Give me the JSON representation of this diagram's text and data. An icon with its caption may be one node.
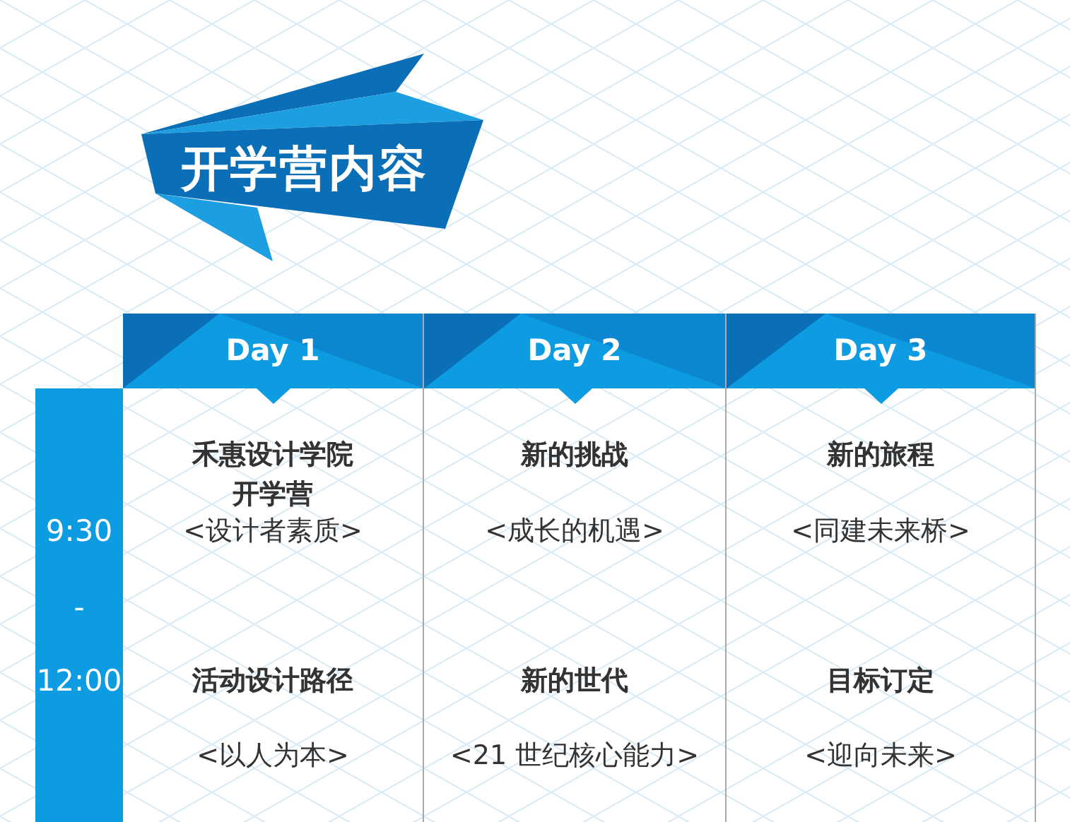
{
  "diagram": {
    "title": "开学营内容",
    "nodes": [
      {
        "text": [
          "9:30",
          "-",
          "12:00"
        ]
      },
      {
        "text": [
          "Day 1",
          "禾惠设计学院开学营",
          "<设计者素质>",
          "活动设计路径",
          "<以人为本>"
        ]
      },
      {
        "text": [
          "Day 2",
          "新的挑战",
          "<成长的机遇>",
          "新的世代",
          "<21 世纪核心能力>"
        ]
      },
      {
        "text": [
          "Day 3",
          "新的旅程",
          "<同建未来桥>",
          "目标订定",
          "<迎向未来>"
        ]
      }
    ],
    "edges": []
  }
}
